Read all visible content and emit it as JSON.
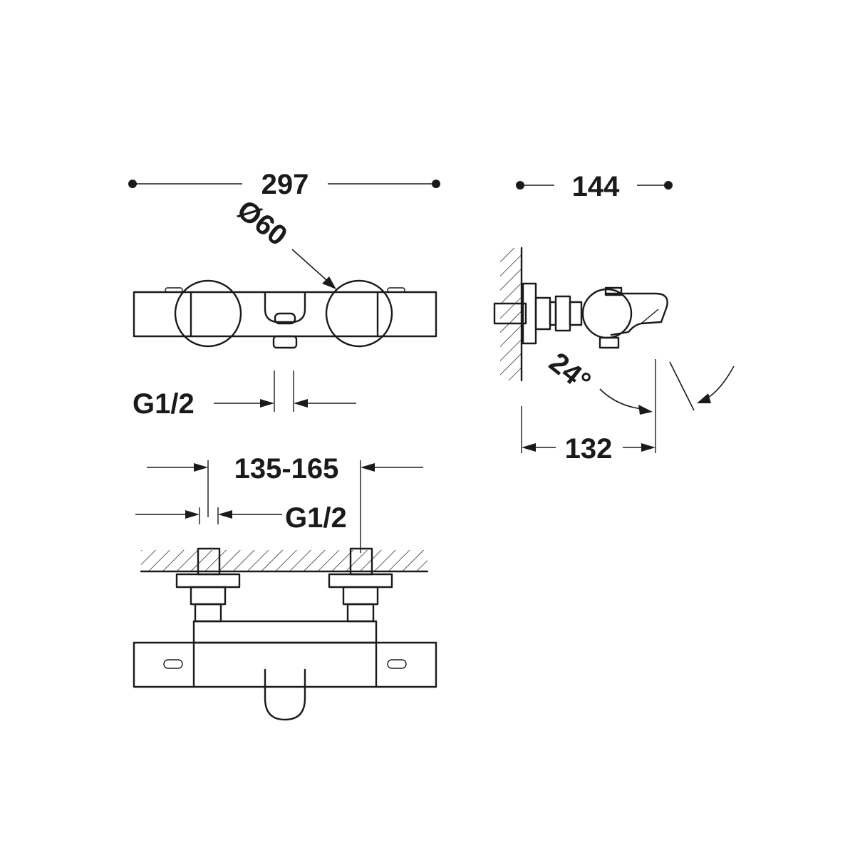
{
  "dimensions": {
    "overall_width": "297",
    "handle_diameter": "Ø60",
    "depth": "144",
    "outlet_thread": "G1/2",
    "centers_range": "135-165",
    "inlet_thread": "G1/2",
    "angle": "24°",
    "projection": "132"
  },
  "colors": {
    "line": "#1a1a1a",
    "background": "#ffffff"
  }
}
